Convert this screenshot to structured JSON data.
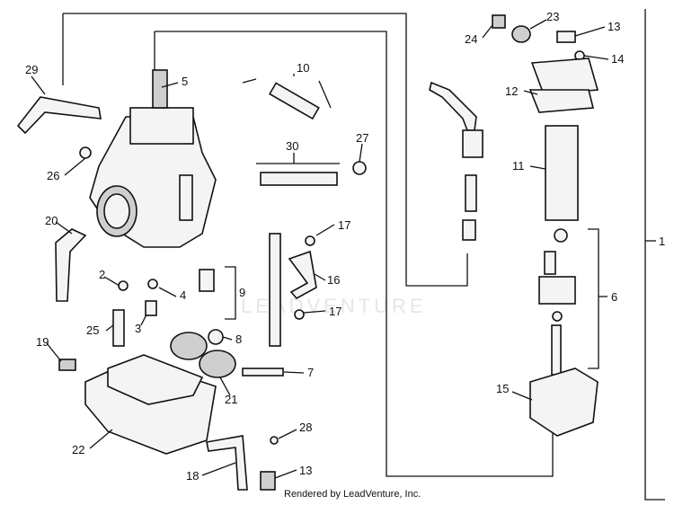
{
  "diagram": {
    "watermark": "LEADVENTURE",
    "caption": "Rendered by LeadVenture, Inc.",
    "callouts": [
      "29",
      "5",
      "10",
      "30",
      "27",
      "26",
      "20",
      "17",
      "16",
      "17",
      "2",
      "4",
      "3",
      "9",
      "25",
      "8",
      "7",
      "21",
      "19",
      "22",
      "28",
      "18",
      "13",
      "24",
      "23",
      "13",
      "14",
      "12",
      "11",
      "6",
      "15",
      "1"
    ]
  }
}
